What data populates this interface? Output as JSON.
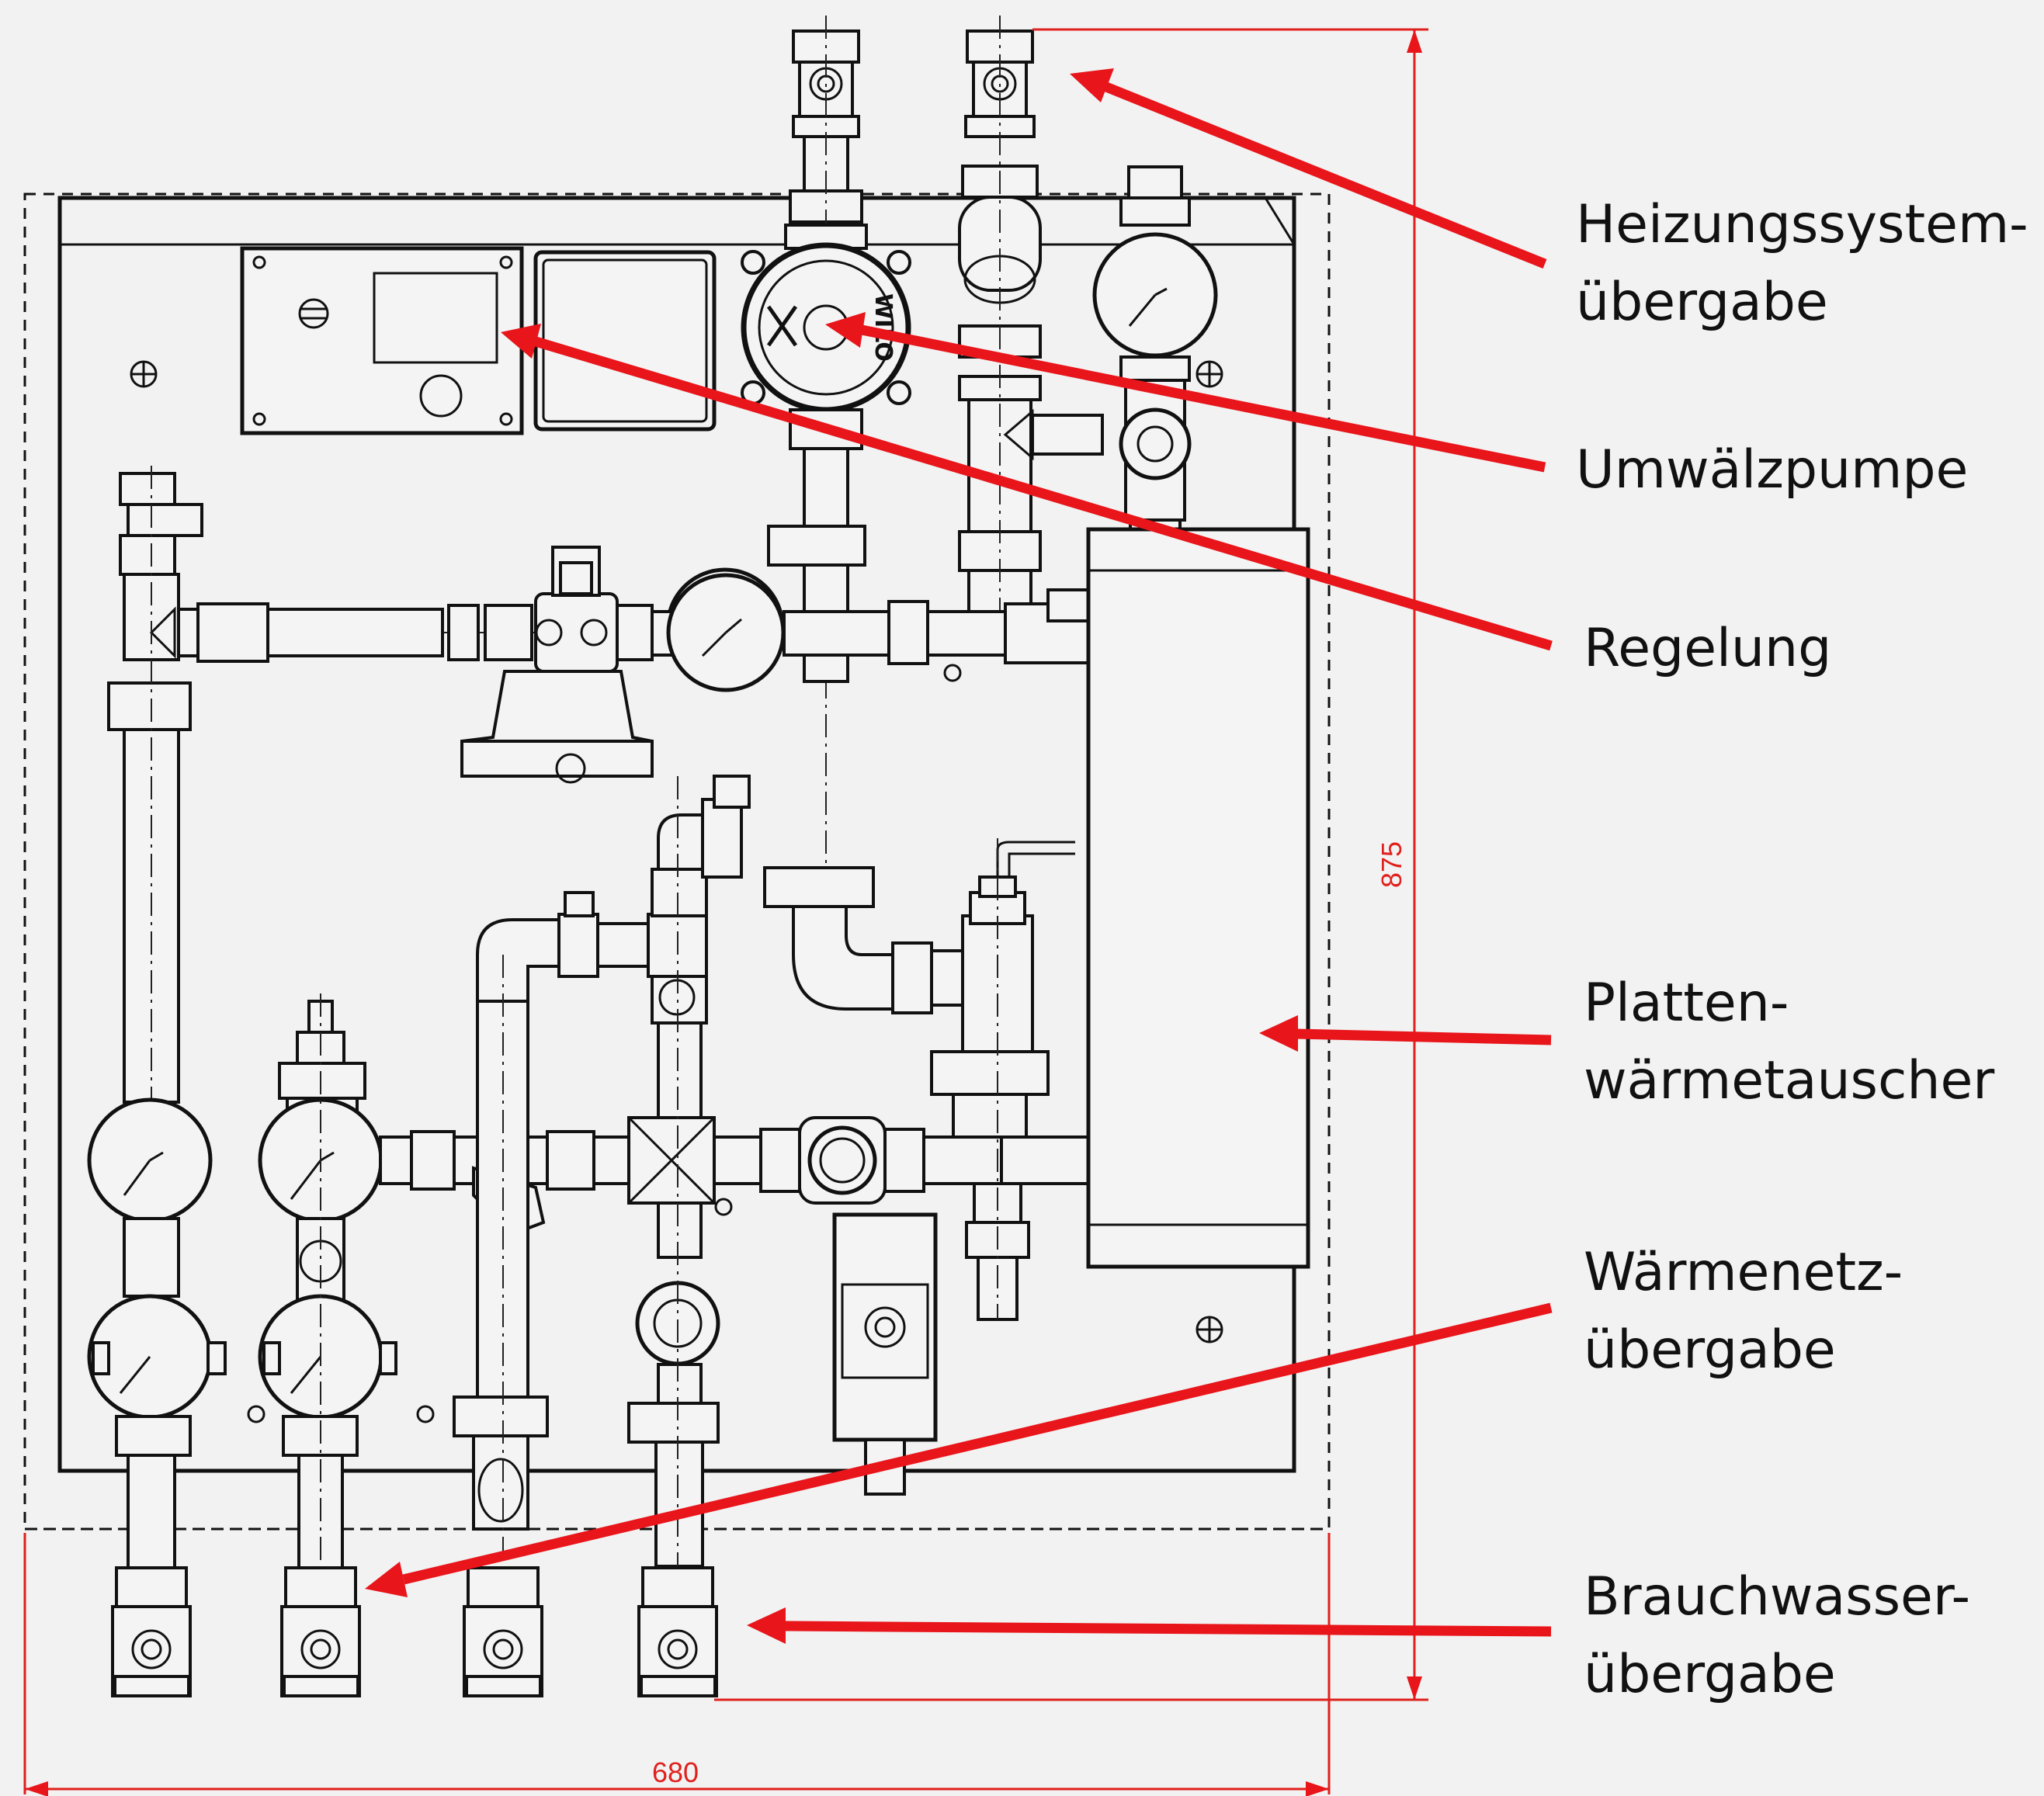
{
  "labels": {
    "heizung": [
      "Heizungssystem-",
      "übergabe"
    ],
    "pumpe": [
      "Umwälzpumpe"
    ],
    "regelung": [
      "Regelung"
    ],
    "platten": [
      "Platten-",
      "wärmetauscher"
    ],
    "waermenetz": [
      "Wärmenetz-",
      "übergabe"
    ],
    "brauchwasser": [
      "Brauchwasser-",
      "übergabe"
    ]
  },
  "dimensions": {
    "height": "875",
    "width": "680"
  },
  "pump_text": "WILO",
  "colors": {
    "annotation": "#e8151b",
    "dimension": "#e0201c",
    "drawing": "#111111",
    "background": "#f2f2f2"
  }
}
